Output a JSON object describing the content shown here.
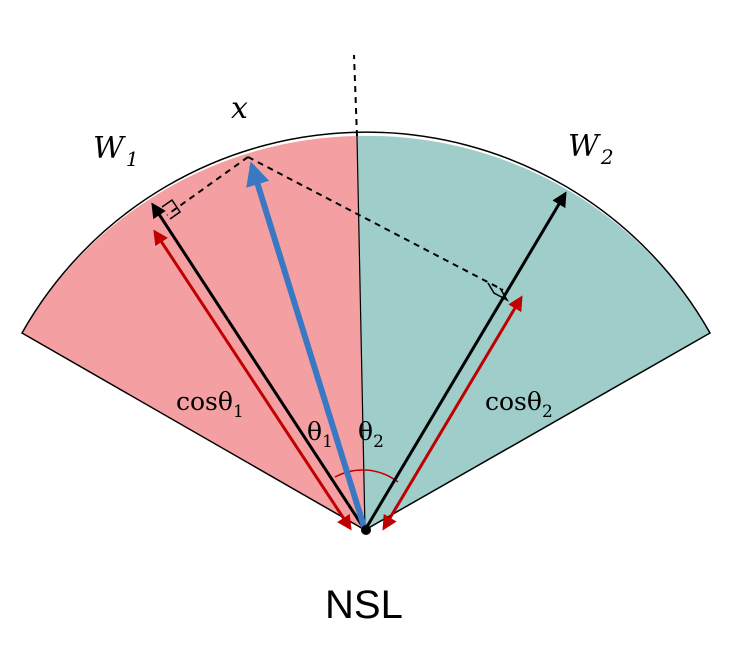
{
  "diagram": {
    "labels": {
      "w1": "W",
      "w1_sub": "1",
      "w2": "W",
      "w2_sub": "2",
      "x": "x",
      "cos1": "cosθ",
      "cos1_sub": "1",
      "cos2": "cosθ",
      "cos2_sub": "2",
      "theta1": "θ",
      "theta1_sub": "1",
      "theta2": "θ",
      "theta2_sub": "2",
      "origin": "NSL"
    },
    "colors": {
      "left_sector": "#f4a0a3",
      "right_sector": "#9ecdca",
      "arrow_black": "#000000",
      "arrow_red": "#c00000",
      "arrow_blue": "#3a78c4",
      "angle_arc": "#c00000"
    }
  }
}
